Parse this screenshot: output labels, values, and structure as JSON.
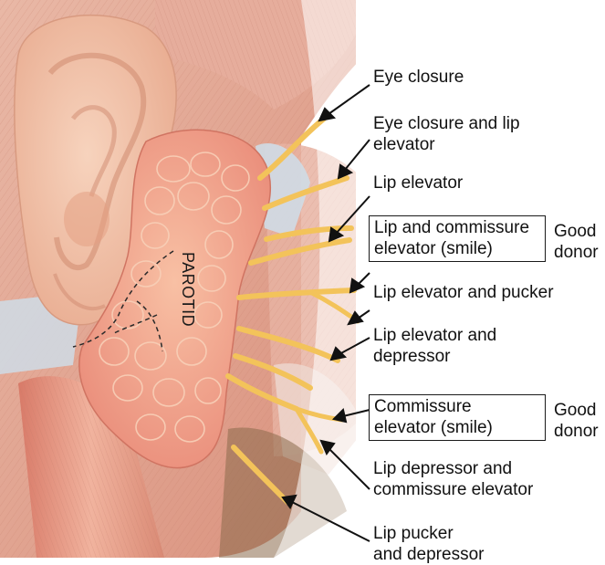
{
  "gland_label": "PAROTID",
  "labels": [
    {
      "lines": [
        "Eye closure"
      ]
    },
    {
      "lines": [
        "Eye closure and lip",
        "elevator"
      ]
    },
    {
      "lines": [
        "Lip elevator"
      ]
    },
    {
      "lines": [
        "Lip and commissure",
        "elevator (smile)"
      ],
      "boxed": true,
      "note": [
        "Good",
        "donor"
      ]
    },
    {
      "lines": [
        "Lip elevator and pucker"
      ]
    },
    {
      "lines": [
        "Lip elevator and",
        "depressor"
      ]
    },
    {
      "lines": [
        "Commissure",
        "elevator (smile)"
      ],
      "boxed": true,
      "note": [
        "Good",
        "donor"
      ]
    },
    {
      "lines": [
        "Lip depressor and",
        "commissure elevator"
      ]
    },
    {
      "lines": [
        "Lip pucker",
        "and depressor"
      ]
    }
  ],
  "colors": {
    "skin": "#f3c3a8",
    "gland": "#f0a48e",
    "nerve": "#f3c35a",
    "muscle": "#e2a492",
    "fascia": "#cfdce6"
  }
}
